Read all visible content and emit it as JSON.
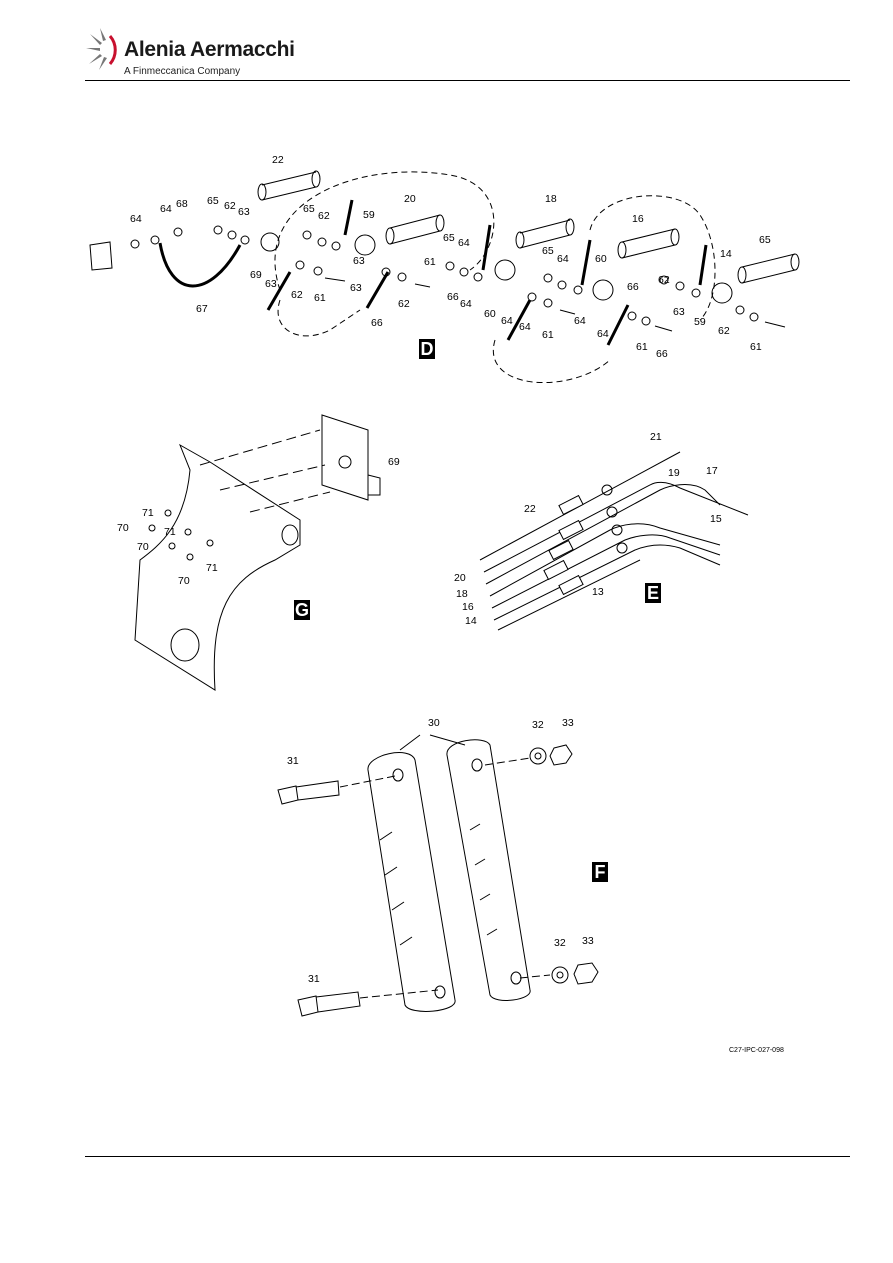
{
  "header": {
    "brand": "Alenia Aermacchi",
    "tagline": "A Finmeccanica Company",
    "logo_icon": "alenia-swoosh-logo"
  },
  "views": {
    "D": "D",
    "G": "G",
    "E": "E",
    "F": "F"
  },
  "view_d_labels": [
    "22",
    "64",
    "64",
    "68",
    "65",
    "62",
    "63",
    "69",
    "63",
    "62",
    "61",
    "67",
    "65",
    "62",
    "59",
    "20",
    "63",
    "63",
    "66",
    "62",
    "61",
    "65",
    "64",
    "18",
    "66",
    "64",
    "60",
    "64",
    "64",
    "61",
    "65",
    "64",
    "16",
    "60",
    "66",
    "64",
    "64",
    "61",
    "66",
    "14",
    "65",
    "62",
    "63",
    "59",
    "62",
    "61"
  ],
  "view_g_labels": [
    "69",
    "71",
    "70",
    "71",
    "70",
    "71",
    "70"
  ],
  "view_e_labels": [
    "21",
    "19",
    "17",
    "22",
    "15",
    "20",
    "18",
    "16",
    "14",
    "13"
  ],
  "view_f_labels": [
    "30",
    "32",
    "33",
    "31",
    "32",
    "33",
    "31"
  ],
  "figure_ref": "C27-IPC-027-098"
}
